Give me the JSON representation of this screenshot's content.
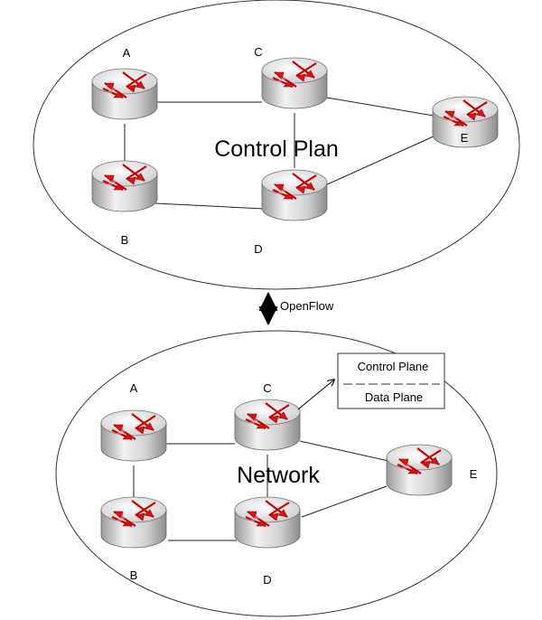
{
  "control_plane": {
    "title": "Control Plan",
    "nodes": [
      {
        "id": "A",
        "label": "A"
      },
      {
        "id": "B",
        "label": "B"
      },
      {
        "id": "C",
        "label": "C"
      },
      {
        "id": "D",
        "label": "D"
      },
      {
        "id": "E",
        "label": "E"
      }
    ],
    "links": [
      [
        "A",
        "C"
      ],
      [
        "A",
        "B"
      ],
      [
        "B",
        "D"
      ],
      [
        "C",
        "D"
      ],
      [
        "C",
        "E"
      ],
      [
        "D",
        "E"
      ]
    ]
  },
  "protocol": {
    "label": "OpenFlow"
  },
  "network": {
    "title": "Network",
    "nodes": [
      {
        "id": "A",
        "label": "A"
      },
      {
        "id": "B",
        "label": "B"
      },
      {
        "id": "C",
        "label": "C"
      },
      {
        "id": "D",
        "label": "D"
      },
      {
        "id": "E",
        "label": "E"
      }
    ],
    "links": [
      [
        "A",
        "C"
      ],
      [
        "A",
        "B"
      ],
      [
        "B",
        "D"
      ],
      [
        "C",
        "D"
      ],
      [
        "C",
        "E"
      ],
      [
        "D",
        "E"
      ]
    ]
  },
  "legend_box": {
    "top_label": "Control Plane",
    "bottom_label": "Data Plane"
  },
  "colors": {
    "arrow_red": "#dd1111",
    "router_top": "#e8e8e8",
    "router_side": "#b8b8b8",
    "line": "#222222"
  },
  "icon": "router-icon"
}
